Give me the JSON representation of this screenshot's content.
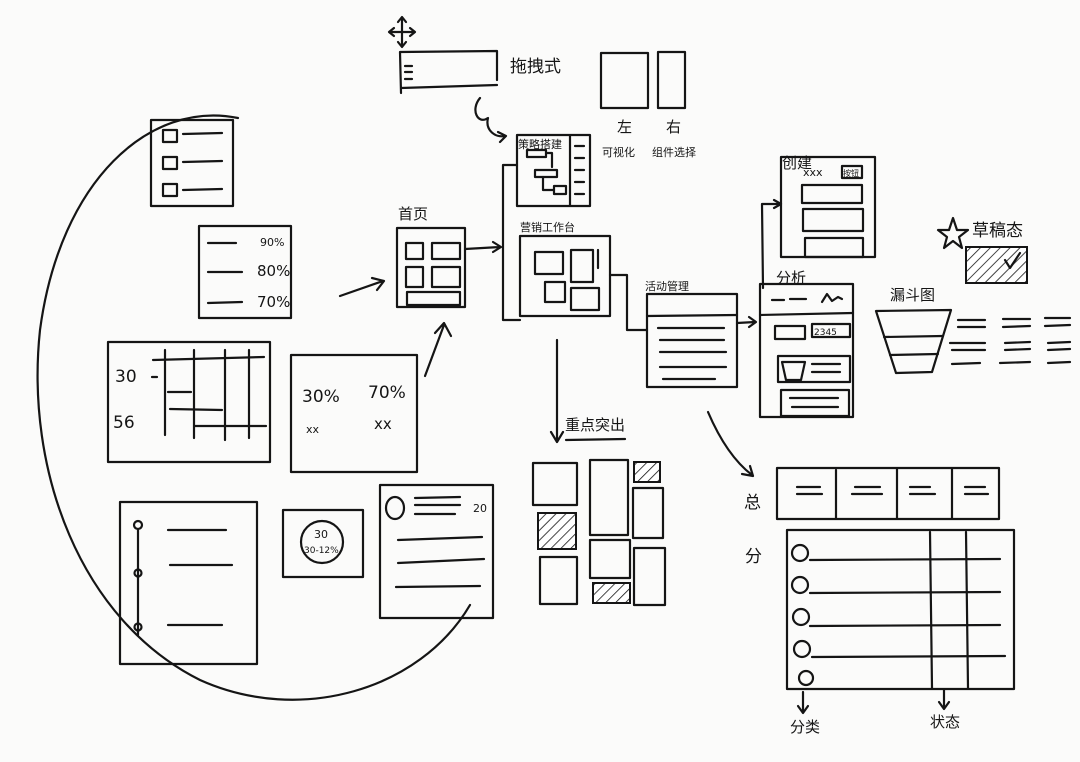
{
  "labels": {
    "drag": "拖拽式",
    "strategy": "策略搭建",
    "left": "左",
    "left_desc": "可视化",
    "right": "右",
    "right_desc": "组件选择",
    "home": "首页",
    "workbench": "营销工作台",
    "highlight": "重点突出",
    "activity": "活动管理",
    "create": "创建",
    "analysis": "分析",
    "funnel": "漏斗图",
    "draft": "草稿态",
    "total": "总",
    "detail": "分",
    "category": "分类",
    "status": "状态"
  },
  "cards": {
    "percent": [
      "90%",
      "80%",
      "70%"
    ],
    "gantt": [
      "30",
      "56"
    ],
    "stats": [
      "30%",
      "70%",
      "xx",
      "xx"
    ],
    "circle": [
      "30",
      "30-12%"
    ],
    "list_count": "20",
    "create_title": "xxx",
    "create_button": "按钮",
    "analysis_value": "2345"
  },
  "icons": [
    "move-icon",
    "star-icon"
  ],
  "colors": {
    "ink": "#151515",
    "paper": "#fbfbfa"
  }
}
